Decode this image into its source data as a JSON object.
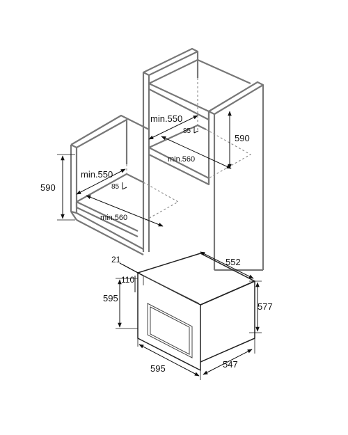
{
  "colors": {
    "cabinet": "#777777",
    "oven": "#222222",
    "dimension": "#111111",
    "background": "#ffffff"
  },
  "low_niche": {
    "height_label": "590",
    "width_label": "min.550",
    "gap_label": "85",
    "depth_label": "min.560"
  },
  "high_niche": {
    "height_label": "590",
    "width_label": "min.550",
    "gap_label": "85",
    "depth_label": "min.560"
  },
  "oven": {
    "frame_label": "21",
    "panel_label": "110",
    "front_height_label": "595",
    "front_width_label": "595",
    "body_width_label": "552",
    "body_height_label": "577",
    "body_depth_label": "547"
  }
}
